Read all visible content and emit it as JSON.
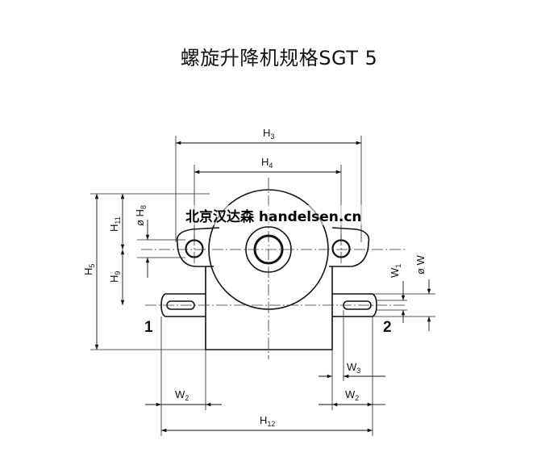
{
  "title": "螺旋升降机规格SGT 5",
  "watermark": "北京汉达森 handelsen.cn",
  "side_labels": {
    "left": "1",
    "right": "2"
  },
  "dimensions": {
    "H3": {
      "main": "H",
      "sub": "3"
    },
    "H4": {
      "main": "H",
      "sub": "4"
    },
    "H5": {
      "main": "H",
      "sub": "5"
    },
    "H8": {
      "main": "ø H",
      "sub": "8"
    },
    "H9": {
      "main": "H",
      "sub": "9"
    },
    "H11": {
      "main": "H",
      "sub": "11"
    },
    "H12": {
      "main": "H",
      "sub": "12"
    },
    "W": {
      "main": "ø W",
      "sub": ""
    },
    "W1": {
      "main": "W",
      "sub": "1"
    },
    "W2_left": {
      "main": "W",
      "sub": "2"
    },
    "W2_right": {
      "main": "W",
      "sub": "2"
    },
    "W3": {
      "main": "W",
      "sub": "3"
    }
  }
}
